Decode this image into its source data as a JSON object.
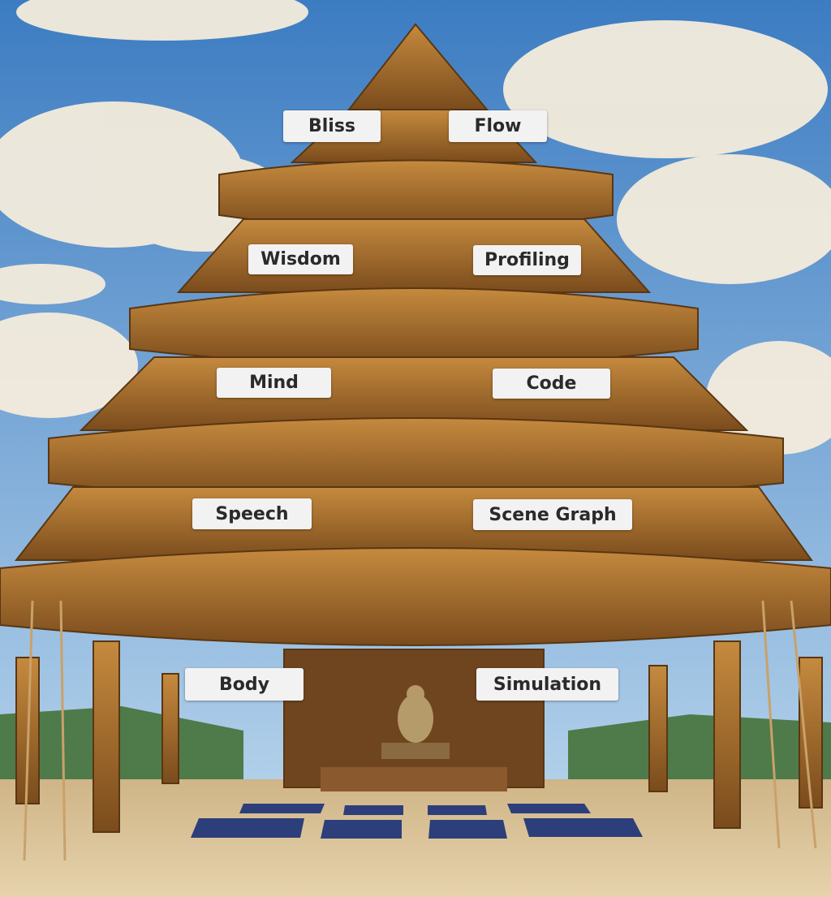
{
  "labels": {
    "bliss": "Bliss",
    "flow": "Flow",
    "wisdom": "Wisdom",
    "profiling": "Profiling",
    "mind": "Mind",
    "code": "Code",
    "speech": "Speech",
    "scene_graph": "Scene Graph",
    "body": "Body",
    "simulation": "Simulation"
  },
  "colors": {
    "sky_top": "#3f7fc4",
    "sky_bottom": "#a9cbe6",
    "wood": "#a8702f",
    "wood_dark": "#6b4219",
    "sand": "#dcc49a",
    "mat": "#2d3f7a"
  }
}
